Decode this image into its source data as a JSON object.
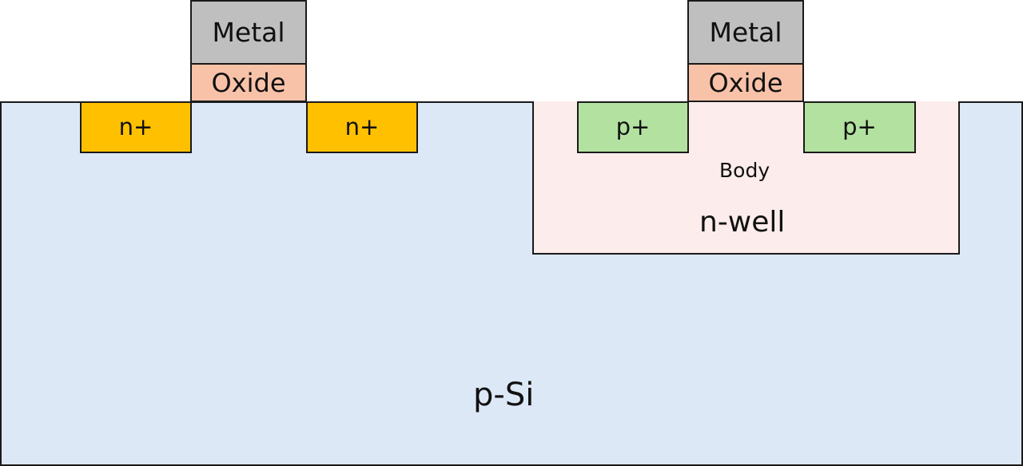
{
  "diagram": {
    "substrate": {
      "label": "p-Si",
      "color": "#dce8f6"
    },
    "nwell": {
      "label": "n-well",
      "body_label": "Body",
      "color": "#fdecec"
    },
    "nmos": {
      "source_label": "n+",
      "drain_label": "n+",
      "diffusion_color": "#ffc000",
      "metal_label": "Metal",
      "oxide_label": "Oxide"
    },
    "pmos": {
      "source_label": "p+",
      "drain_label": "p+",
      "diffusion_color": "#b3e1a0",
      "metal_label": "Metal",
      "oxide_label": "Oxide"
    },
    "metal_color": "#bfbfbf",
    "oxide_color": "#f7c2a8"
  }
}
